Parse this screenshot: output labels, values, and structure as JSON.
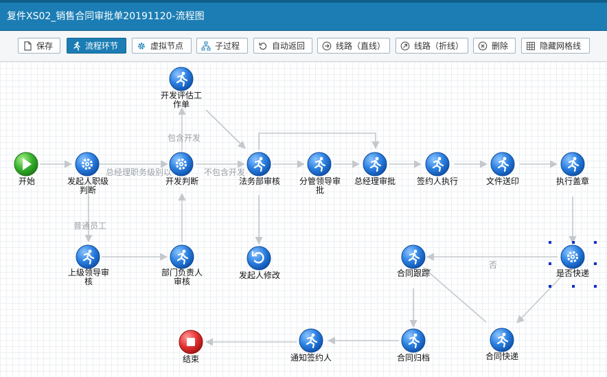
{
  "window": {
    "title": "复件XS02_销售合同审批单20191120-流程图"
  },
  "toolbar": {
    "save": "保存",
    "flow_step": "流程环节",
    "virtual_node": "虚拟节点",
    "sub_process": "子过程",
    "auto_return": "自动返回",
    "line_straight": "线路（直线）",
    "line_polyline": "线路（折线）",
    "delete": "删除",
    "hide_grid": "隐藏网格线"
  },
  "nodes": {
    "start": "开始",
    "initiator_level": [
      "发起人职级",
      "判断"
    ],
    "dev_judge": "开发判断",
    "dev_eval": [
      "开发评估工",
      "作单"
    ],
    "legal_review": "法务部审核",
    "vp_review": [
      "分管领导审",
      "批"
    ],
    "gm_approve": "总经理审批",
    "signer_exec": "签约人执行",
    "doc_print": "文件送印",
    "exec_stamp": "执行盖章",
    "is_express": "是否快递",
    "contract_track": "合同跟踪",
    "contract_express": "合同快递",
    "contract_archive": "合同归档",
    "notify_signer": "通知签约人",
    "end": "结束",
    "leader_review": [
      "上级领导审",
      "核"
    ],
    "dept_head_review": [
      "部门负责人",
      "审核"
    ],
    "initiator_modify": "发起人修改"
  },
  "edges": {
    "gm_level": "总经理职务级别以",
    "normal_staff": "普通员工",
    "include_dev": "包含开发",
    "exclude_dev": "不包含开发",
    "no": "否"
  },
  "colors": {
    "title_bar": "#1b7db4",
    "node_blue": "#1a73d4",
    "node_start": "#2fa52f",
    "node_end": "#e02b2b",
    "edge": "#c4c8cc",
    "selection": "#1530c8"
  }
}
